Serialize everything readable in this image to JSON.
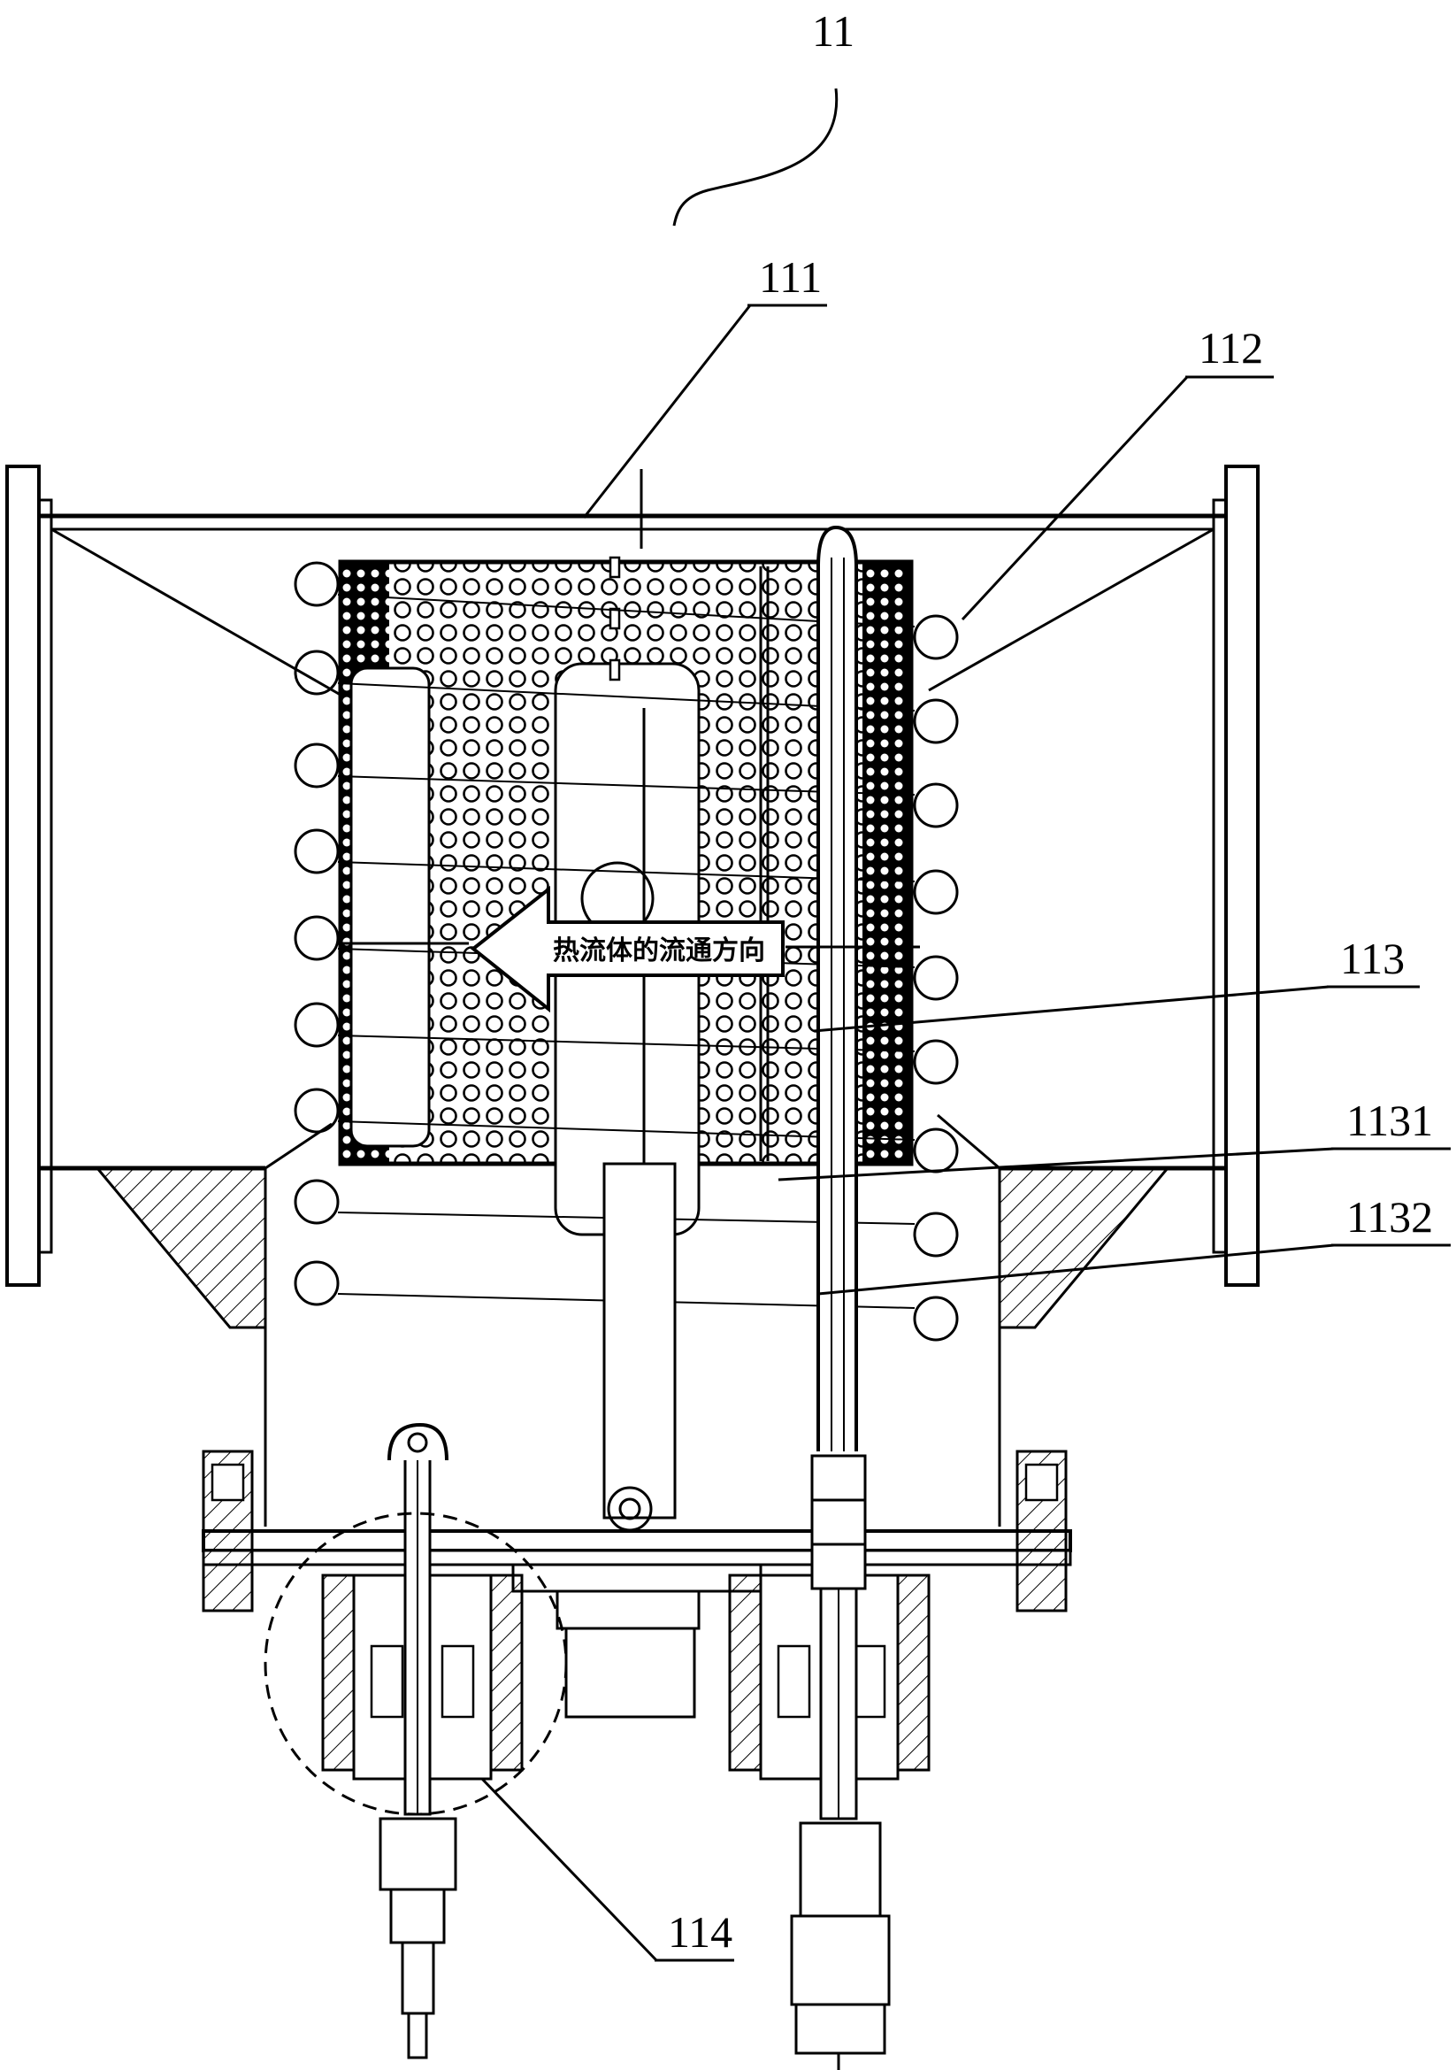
{
  "figure": {
    "labels": {
      "assembly": "11",
      "housing": "111",
      "coil": "112",
      "core": "113",
      "core_part_a": "1131",
      "core_part_b": "1132",
      "inlet_detail": "114"
    },
    "flow_arrow_text": "热流体的流通方向"
  },
  "colors": {
    "line": "#000000",
    "background": "#ffffff",
    "arrow_fill": "#ffffff"
  }
}
